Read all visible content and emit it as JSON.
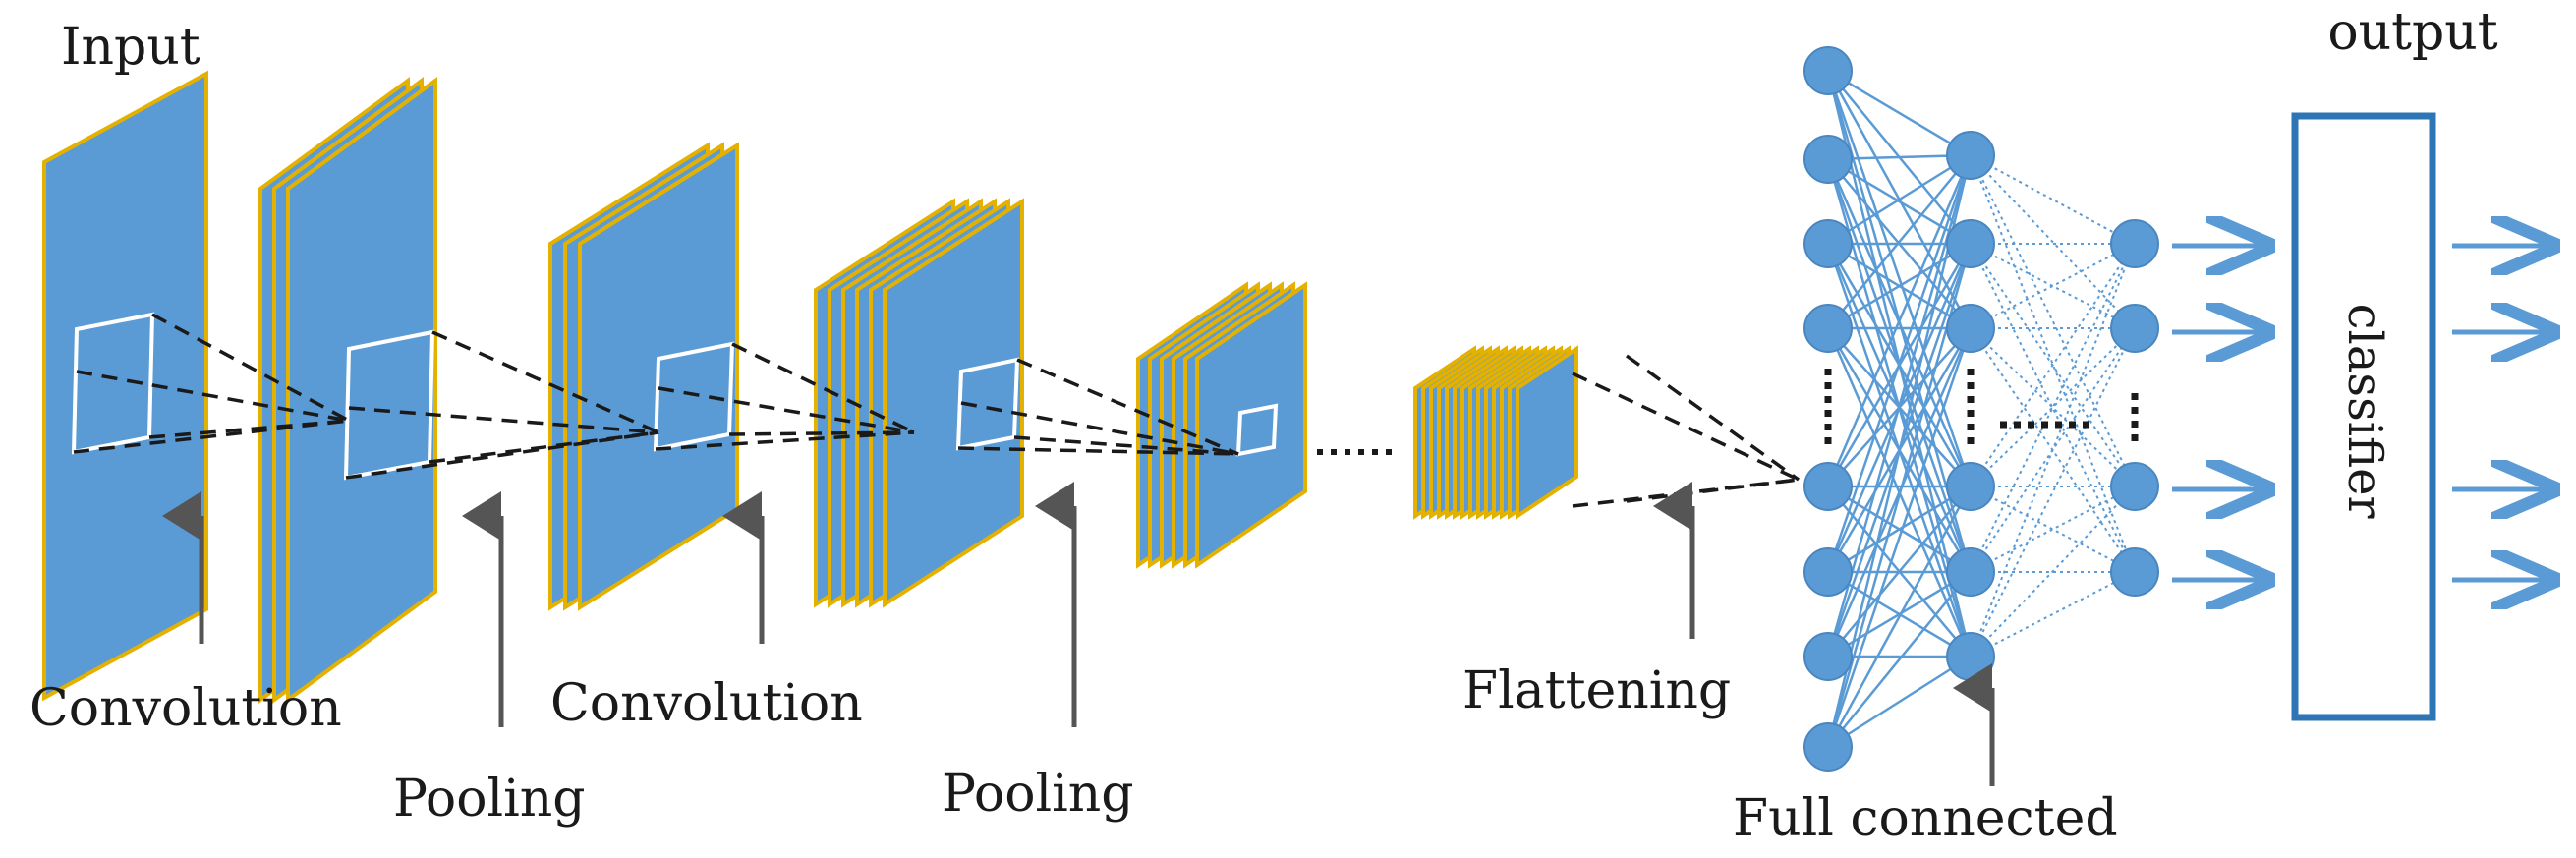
{
  "labels": {
    "input": "Input",
    "output": "output",
    "convolution_1": "Convolution",
    "pooling_1": "Pooling",
    "convolution_2": "Convolution",
    "pooling_2": "Pooling",
    "flattening": "Flattening",
    "full_connected": "Full connected",
    "classifier": "classifier"
  },
  "colors": {
    "map_fill": "#5b9bd5",
    "map_edge": "#e4b100",
    "node_fill": "#5b9bd5",
    "edge_blue": "#5b9bd5",
    "classifier_border": "#2e75b6",
    "arrow_gray": "#555555"
  }
}
